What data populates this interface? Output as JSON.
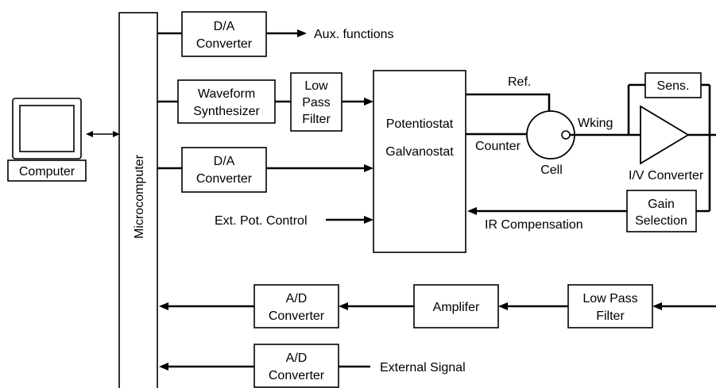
{
  "blocks": {
    "computer": "Computer",
    "microcomputer": "Microcomputer",
    "da_top": [
      "D/A",
      "Converter"
    ],
    "waveform": [
      "Waveform",
      "Synthesizer"
    ],
    "lowpass_top": [
      "Low",
      "Pass",
      "Filter"
    ],
    "da_mid": [
      "D/A",
      "Converter"
    ],
    "potentiostat": "Potentiostat",
    "galvanostat": "Galvanostat",
    "sens": "Sens.",
    "gain": [
      "Gain",
      "Selection"
    ],
    "ad_lower": [
      "A/D",
      "Converter"
    ],
    "amplifier": "Amplifer",
    "lowpass_bottom": [
      "Low Pass",
      "Filter"
    ],
    "ad_bottom": [
      "A/D",
      "Converter"
    ]
  },
  "labels": {
    "aux": "Aux. functions",
    "ext_pot": "Ext. Pot. Control",
    "ref": "Ref.",
    "counter": "Counter",
    "wking": "Wking",
    "cell": "Cell",
    "iv": "I/V Converter",
    "ir": "IR Compensation",
    "external": "External Signal"
  }
}
